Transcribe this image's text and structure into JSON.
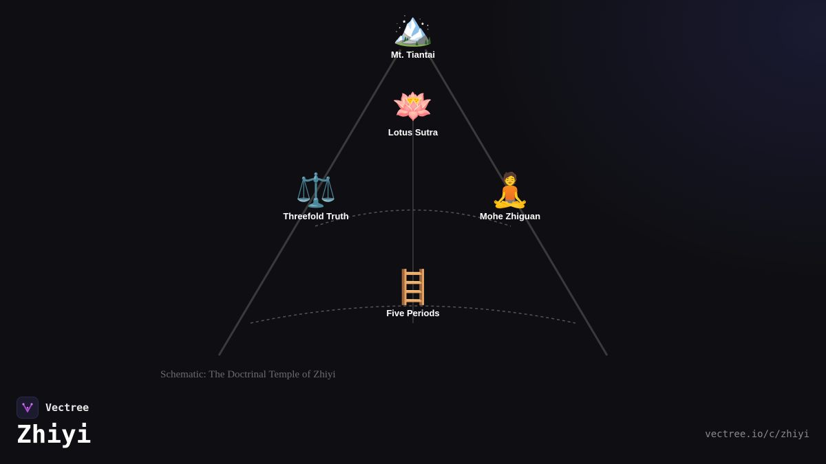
{
  "diagram": {
    "caption": "Schematic: The Doctrinal Temple of Zhiyi",
    "nodes": [
      {
        "id": "peak",
        "emoji": "🏔️",
        "icon": "mountain-icon",
        "label": "Mt. Tiantai"
      },
      {
        "id": "lotus",
        "emoji": "🪷",
        "icon": "lotus-icon",
        "label": "Lotus Sutra"
      },
      {
        "id": "truth",
        "emoji": "⚖️",
        "icon": "scales-icon",
        "label": "Threefold Truth"
      },
      {
        "id": "zhiguan",
        "emoji": "🧘",
        "icon": "meditating-person-icon",
        "label": "Mohe Zhiguan"
      },
      {
        "id": "periods",
        "emoji": "🪜",
        "icon": "ladder-icon",
        "label": "Five Periods"
      }
    ]
  },
  "branding": {
    "brand_name": "Vectree",
    "title": "Zhiyi",
    "url": "vectree.io/c/zhiyi"
  },
  "colors": {
    "background": "#0f0f13",
    "lines": "#3a3a3a",
    "logo_accent": "#b04cd8"
  }
}
